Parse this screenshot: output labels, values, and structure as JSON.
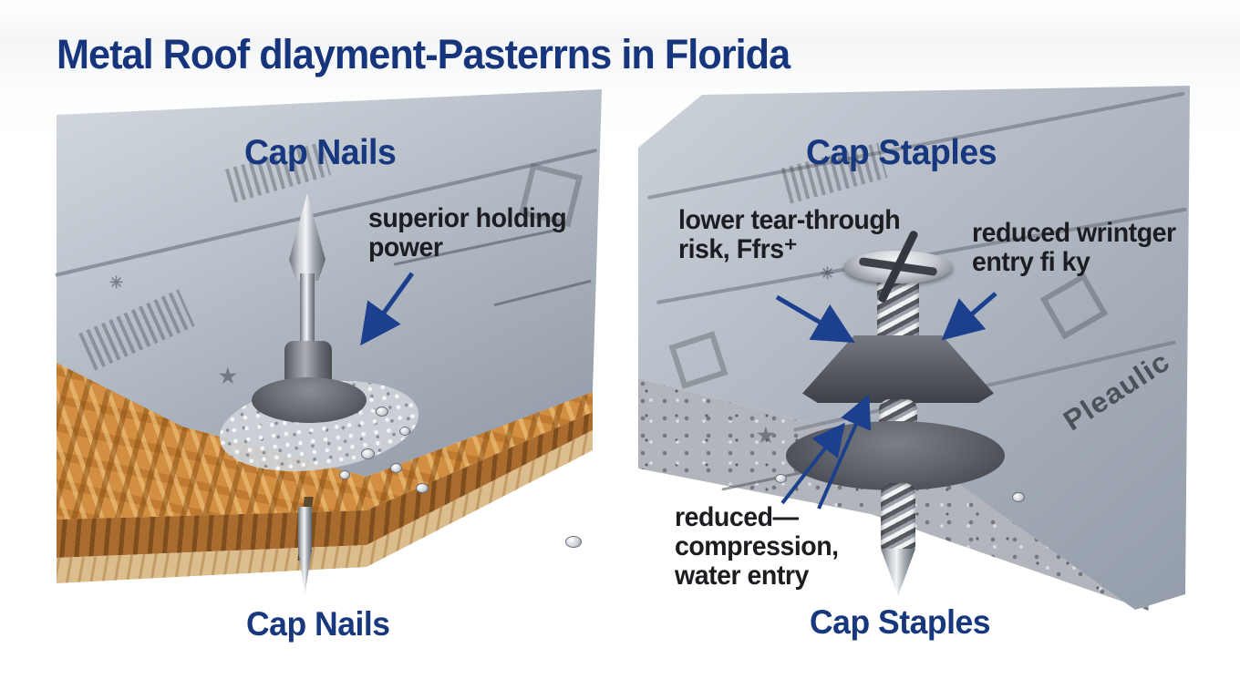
{
  "title": "Metal Roof dlayment-Pasterrns in Florida",
  "left_panel": {
    "heading": "Cap Nails",
    "annotation": {
      "line1": "superior holding",
      "line2": "power"
    },
    "footer": "Cap Nails"
  },
  "right_panel": {
    "heading": "Cap Staples",
    "tear_annotation": {
      "line1": "lower tear-through",
      "line2": "risk, Ffrs⁺"
    },
    "wind_annotation": {
      "line1": "reduced wrintger",
      "line2": "entry fi ky"
    },
    "compression_annotation": {
      "line1": "reduced—",
      "line2": "compression,",
      "line3": "water entry"
    },
    "underlayment_watermark": "Pleaulic",
    "footer": "Cap Staples"
  },
  "colors": {
    "accent_navy": "#17377e",
    "arrow_navy": "#1c3f8e",
    "annotation_dark": "#1b1d20",
    "underlayment_gray": "#aab2bd",
    "osb_tan": "#d28e41",
    "concrete_gray": "#b2b6bc",
    "hardware_silver": "#cfd4d9",
    "cap_gray": "#6a6e75"
  }
}
